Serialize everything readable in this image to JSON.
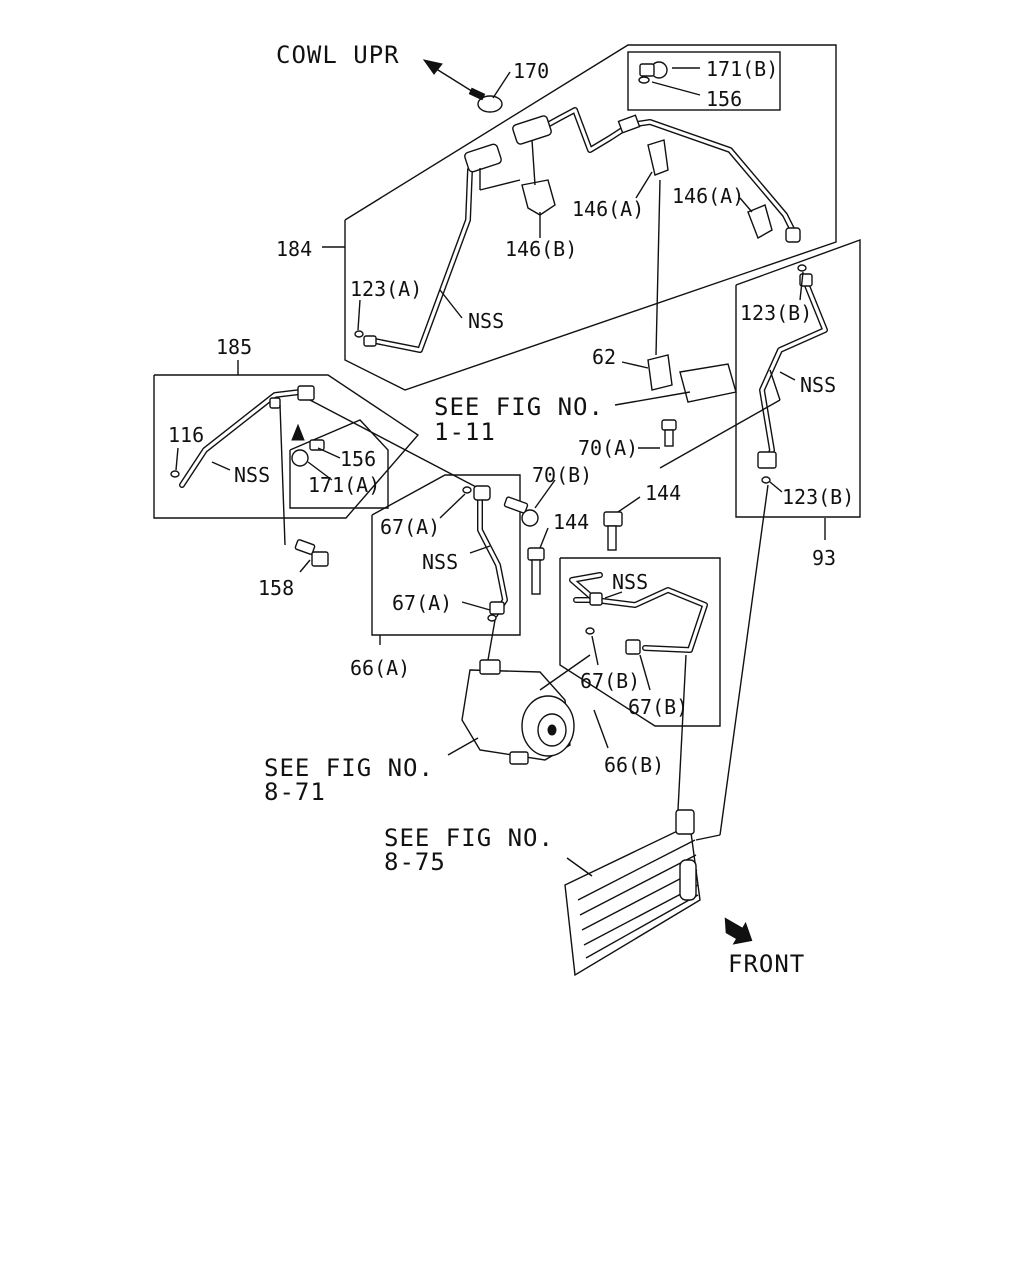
{
  "diagram": {
    "labels": {
      "cowl_upr": "COWL UPR",
      "p170": "170",
      "p171b": "171(B)",
      "p156_top": "156",
      "p146a_left": "146(A)",
      "p146a_right": "146(A)",
      "p146b": "146(B)",
      "p184": "184",
      "p123a": "123(A)",
      "nss_184": "NSS",
      "p123b_top": "123(B)",
      "nss_93": "NSS",
      "p62": "62",
      "see_fig_1": "SEE FIG NO.",
      "see_fig_1_num": "1-11",
      "p70a": "70(A)",
      "p123b_bottom": "123(B)",
      "p93": "93",
      "p185": "185",
      "p116": "116",
      "nss_185": "NSS",
      "p156_mid": "156",
      "p171a": "171(A)",
      "p158": "158",
      "p70b": "70(B)",
      "p144_left": "144",
      "p144_right": "144",
      "p67a_top": "67(A)",
      "nss_66a": "NSS",
      "p67a_bottom": "67(A)",
      "p66a": "66(A)",
      "nss_66b": "NSS",
      "p67b_left": "67(B)",
      "p67b_right": "67(B)",
      "p66b": "66(B)",
      "see_fig_2": "SEE FIG NO.",
      "see_fig_2_num": "8-71",
      "see_fig_3": "SEE FIG NO.",
      "see_fig_3_num": "8-75",
      "front": "FRONT"
    }
  }
}
